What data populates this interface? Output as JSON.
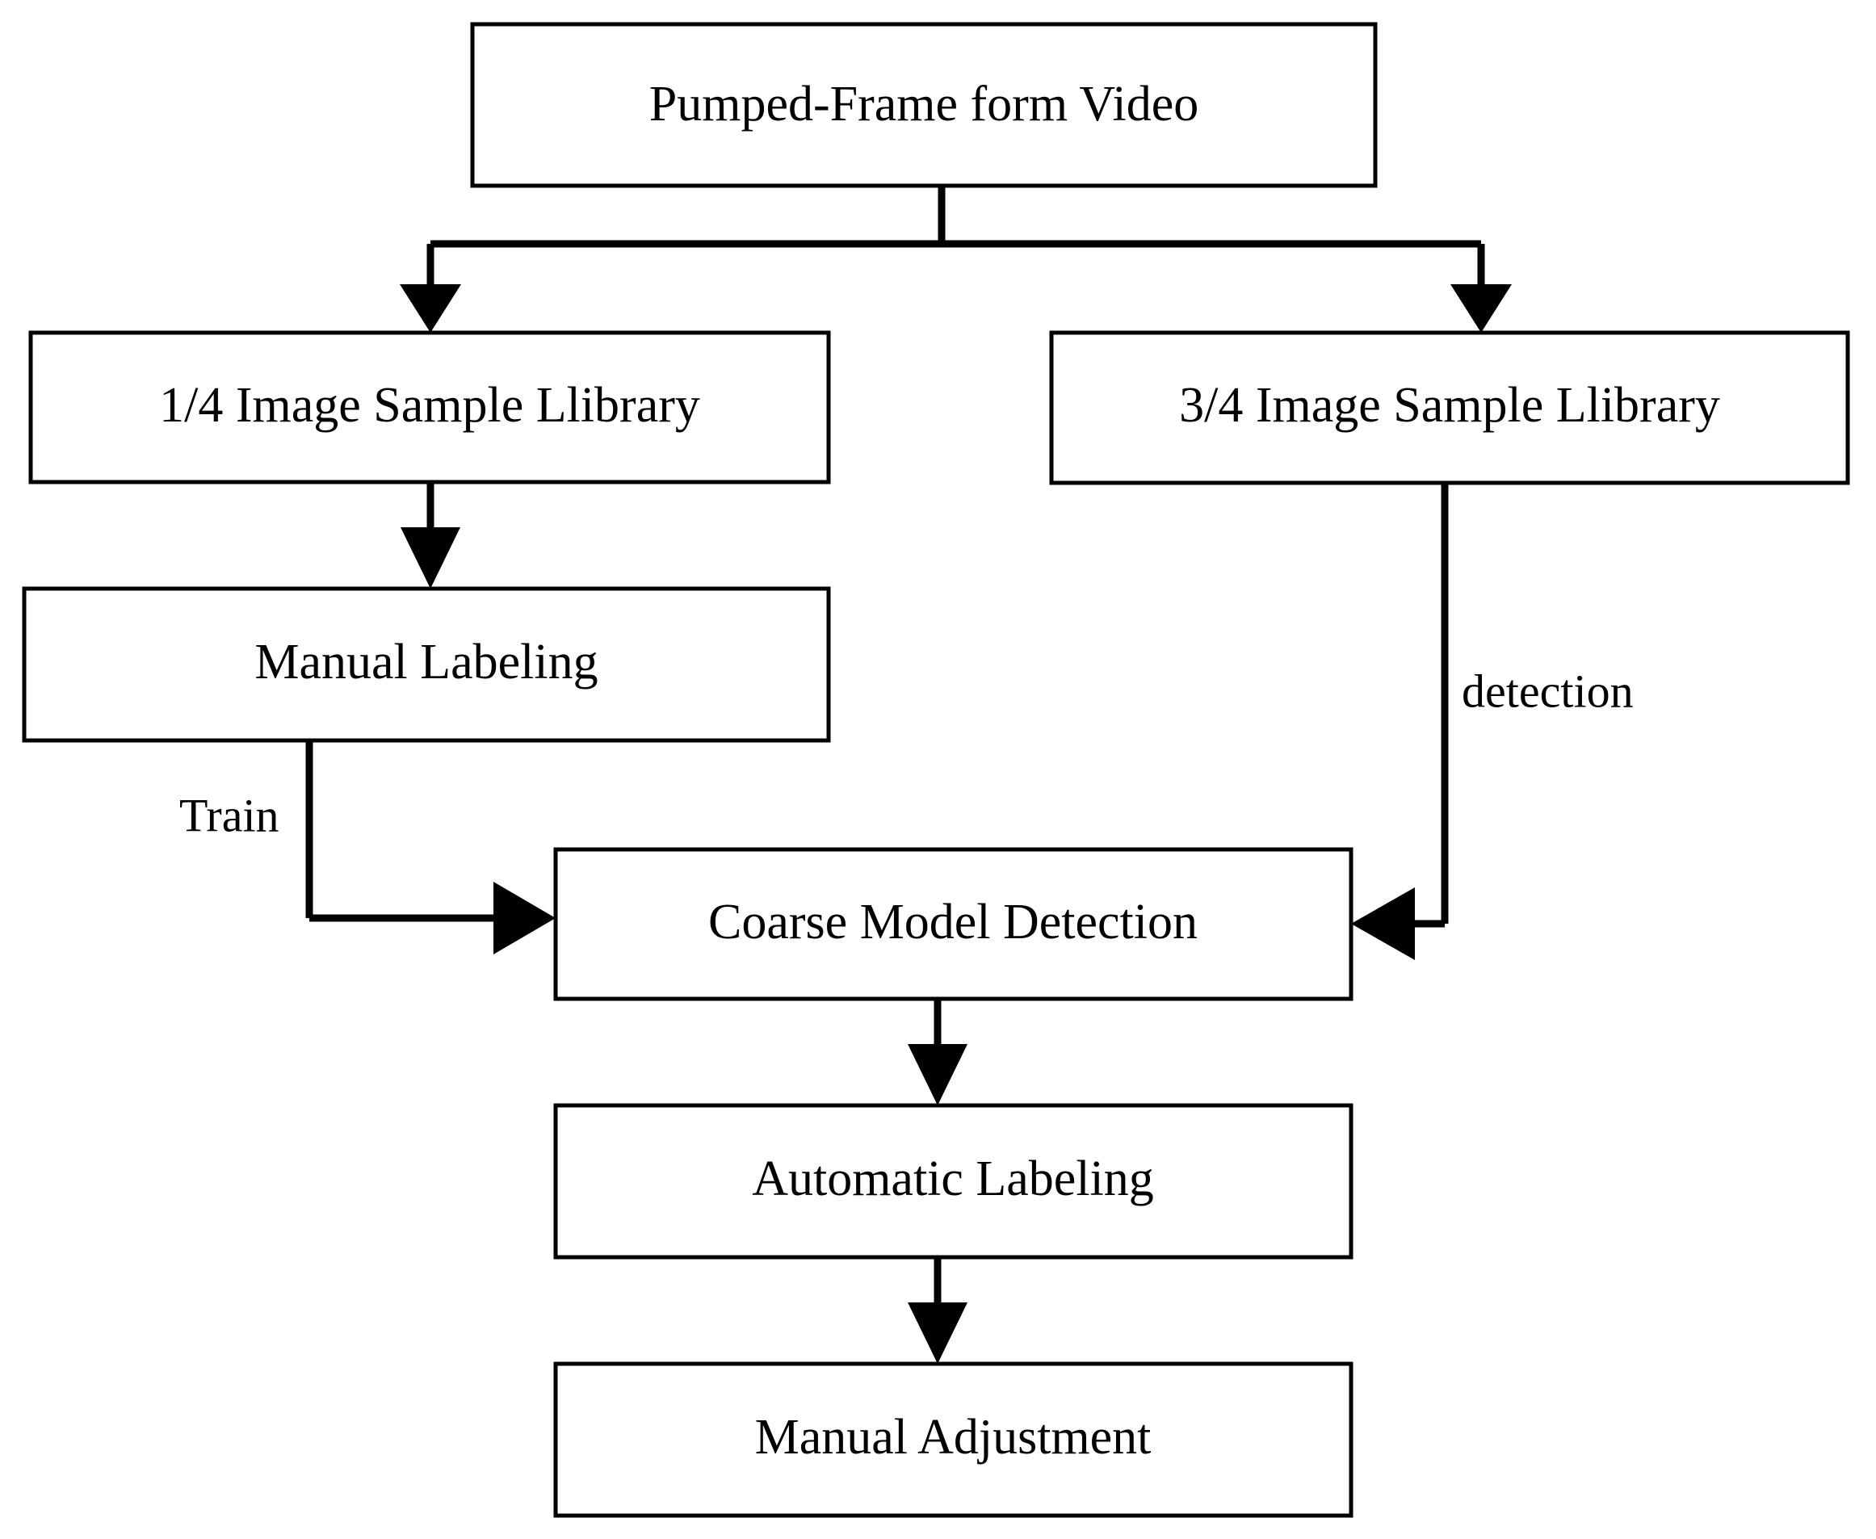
{
  "diagram": {
    "title": "Sample labeling workflow flowchart",
    "background_color": "#ffffff",
    "stroke_color": "#000000",
    "nodes": [
      {
        "id": "pumped_frame",
        "label": "Pumped-Frame form Video"
      },
      {
        "id": "quarter_library",
        "label": "1/4 Image Sample Llibrary"
      },
      {
        "id": "three_quarter_library",
        "label": "3/4 Image Sample Llibrary"
      },
      {
        "id": "manual_labeling",
        "label": "Manual Labeling"
      },
      {
        "id": "coarse_model",
        "label": "Coarse Model Detection"
      },
      {
        "id": "automatic_labeling",
        "label": "Automatic Labeling"
      },
      {
        "id": "manual_adjustment",
        "label": "Manual Adjustment"
      }
    ],
    "edge_labels": [
      {
        "id": "train_label",
        "label": "Train"
      },
      {
        "id": "detection_label",
        "label": "detection"
      }
    ]
  }
}
